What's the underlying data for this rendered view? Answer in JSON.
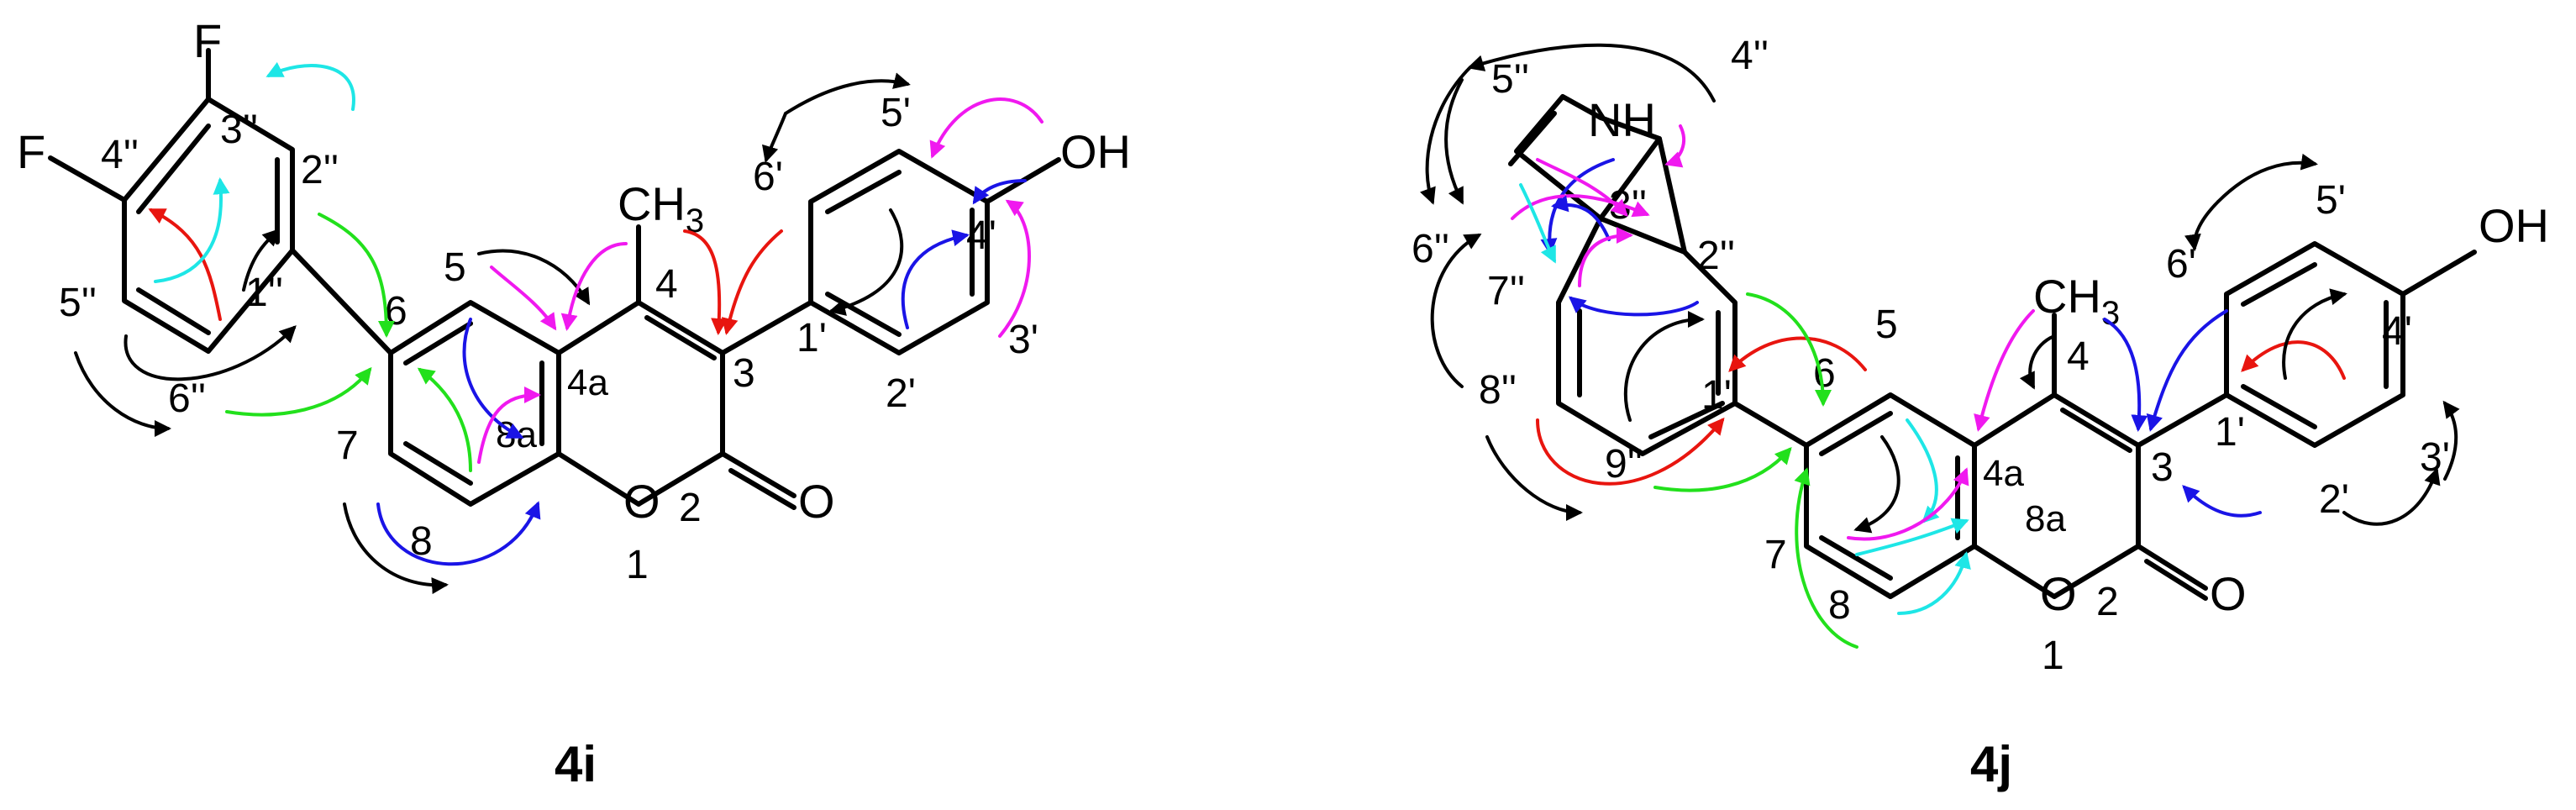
{
  "colors": {
    "black": "#000000",
    "red": "#e8150f",
    "green": "#22e01c",
    "blue": "#1a14e6",
    "magenta": "#f019ef",
    "cyan": "#1ee6e6"
  },
  "compounds": [
    {
      "id": "4i",
      "label": "4i",
      "atoms": {
        "F_top": "F",
        "F_left": "F",
        "CH3": "CH",
        "CH3_sub": "3",
        "OH": "OH",
        "O_ring": "O",
        "O_carbonyl": "O"
      },
      "numbers": {
        "n3pp": "3''",
        "n4pp": "4''",
        "n2pp": "2''",
        "n5pp": "5''",
        "n1pp": "1''",
        "n6pp": "6''",
        "n5": "5",
        "n6": "6",
        "n7": "7",
        "n8": "8",
        "n4a": "4a",
        "n8a": "8a",
        "n4": "4",
        "n3": "3",
        "n2": "2",
        "n1": "1",
        "n1p": "1'",
        "n2p": "2'",
        "n3p": "3'",
        "n4p": "4'",
        "n5p": "5'",
        "n6p": "6'"
      }
    },
    {
      "id": "4j",
      "label": "4j",
      "atoms": {
        "NH": "NH",
        "CH3": "CH",
        "CH3_sub": "3",
        "OH": "OH",
        "O_ring": "O",
        "O_carbonyl": "O"
      },
      "numbers": {
        "n4pp": "4''",
        "n5pp": "5''",
        "n3pp": "3''",
        "n6pp": "6''",
        "n2pp": "2''",
        "n7pp": "7''",
        "n8pp": "8''",
        "n9pp": "9''",
        "n1pp": "1''",
        "n5": "5",
        "n6": "6",
        "n7": "7",
        "n8": "8",
        "n4a": "4a",
        "n8a": "8a",
        "n4": "4",
        "n3": "3",
        "n2": "2",
        "n1": "1",
        "n1p": "1'",
        "n2p": "2'",
        "n3p": "3'",
        "n4p": "4'",
        "n5p": "5'",
        "n6p": "6'"
      }
    }
  ]
}
